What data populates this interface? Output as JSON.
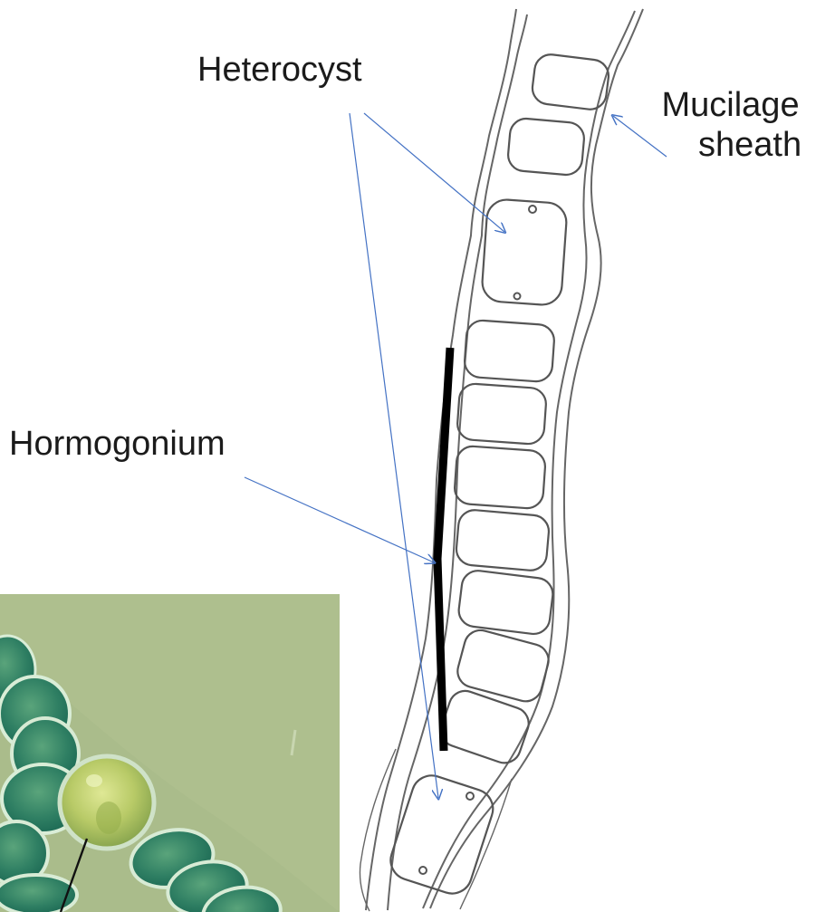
{
  "labels": {
    "heterocyst": "Heterocyst",
    "hormogonium": "Hormogonium",
    "mucilage_sheath_line1": "Mucilage",
    "mucilage_sheath_line2": "sheath"
  },
  "colors": {
    "arrow": "#4472c4",
    "sketch_line": "#555555",
    "hormogonium_bar": "#000000",
    "photo_background": "#aebf8e",
    "text": "#1b1b1b"
  }
}
